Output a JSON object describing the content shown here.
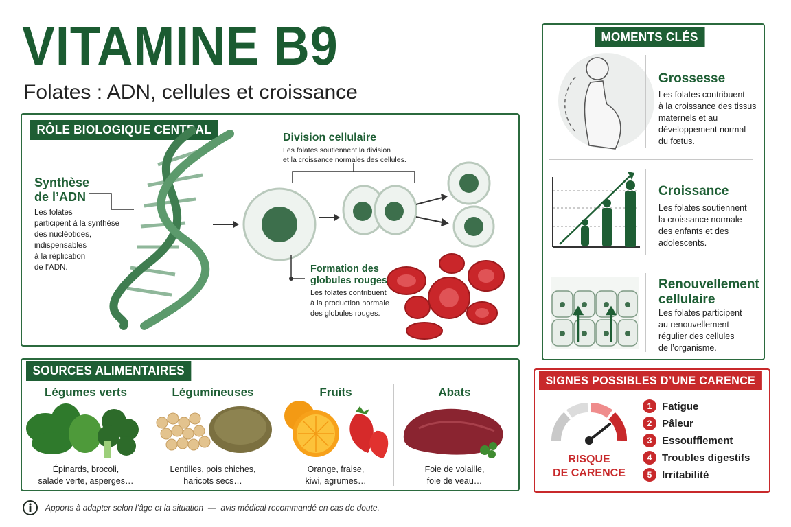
{
  "header": {
    "title": "VITAMINE B9",
    "subtitle": "Folates : ADN, cellules et croissance"
  },
  "role": {
    "tag": "RÔLE BIOLOGIQUE CENTRAL",
    "adn_title_1": "Synthèse",
    "adn_title_2": "de l’ADN",
    "adn_text": [
      "Les folates",
      "participent à la synthèse",
      "des nucléotides,",
      "indispensables",
      "à la réplication",
      "de l’ADN."
    ],
    "division_title": "Division cellulaire",
    "division_text": [
      "Les folates soutiennent la division",
      "et la croissance normales des cellules."
    ],
    "globules_title_1": "Formation des",
    "globules_title_2": "globules rouges",
    "globules_text": [
      "Les folates contribuent",
      "à la production normale",
      "des globules rouges."
    ]
  },
  "moments": {
    "tag": "MOMENTS CLÉS",
    "items": [
      {
        "title": "Grossesse",
        "text": [
          "Les folates contribuent",
          "à la croissance des tissus",
          "maternels et au",
          "développement normal",
          "du fœtus."
        ]
      },
      {
        "title": "Croissance",
        "text": [
          "Les folates soutiennent",
          "la croissance normale",
          "des enfants et des",
          "adolescents."
        ]
      },
      {
        "title_1": "Renouvellement",
        "title_2": "cellulaire",
        "text": [
          "Les folates participent",
          "au renouvellement",
          "régulier des cellules",
          "de l’organisme."
        ]
      }
    ]
  },
  "sources": {
    "tag": "SOURCES ALIMENTAIRES",
    "items": [
      {
        "title": "Légumes verts",
        "desc": [
          "Épinards, brocoli,",
          "salade verte, asperges…"
        ]
      },
      {
        "title": "Légumineuses",
        "desc": [
          "Lentilles, pois chiches,",
          "haricots secs…"
        ]
      },
      {
        "title": "Fruits",
        "desc": [
          "Orange, fraise,",
          "kiwi, agrumes…"
        ]
      },
      {
        "title": "Abats",
        "desc": [
          "Foie de volaille,",
          "foie de veau…"
        ]
      }
    ]
  },
  "carence": {
    "tag": "SIGNES POSSIBLES D’UNE CARENCE",
    "gauge_label_1": "RISQUE",
    "gauge_label_2": "DE CARENCE",
    "signs": [
      {
        "n": "1",
        "label": "Fatigue"
      },
      {
        "n": "2",
        "label": "Pâleur"
      },
      {
        "n": "3",
        "label": "Essoufflement"
      },
      {
        "n": "4",
        "label": "Troubles digestifs"
      },
      {
        "n": "5",
        "label": "Irritabilité"
      }
    ]
  },
  "footer": {
    "icon": "info-icon",
    "note": "Apports à adapter selon l’âge et la situation  —  avis médical recommandé en cas de doute."
  },
  "colors": {
    "green": "#1e5e34",
    "red": "#c8292b"
  }
}
